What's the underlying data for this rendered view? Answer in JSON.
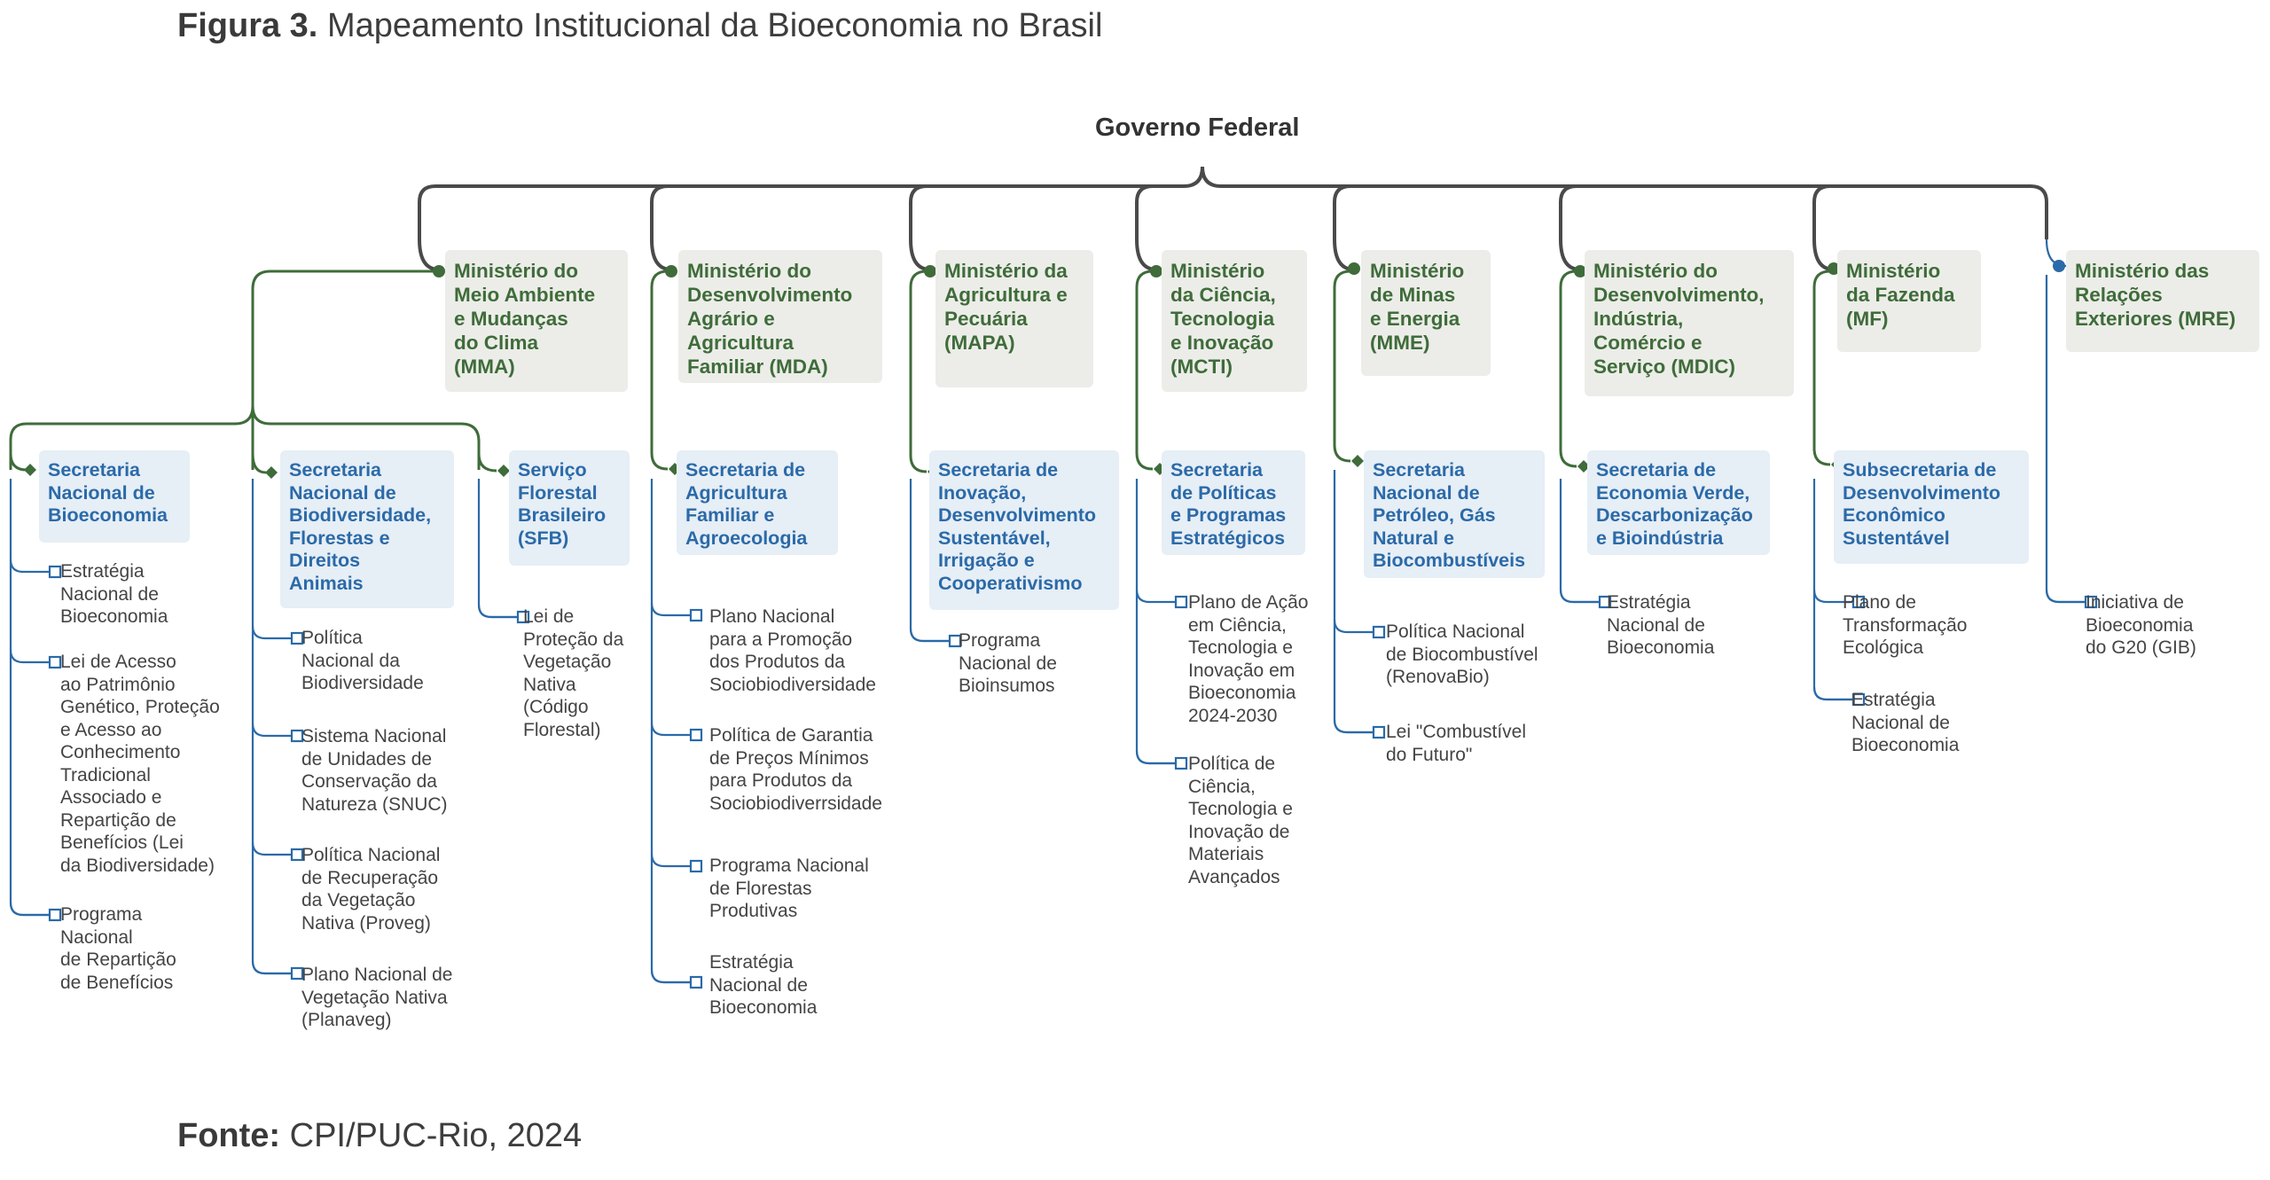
{
  "figure": {
    "label": "Figura 3.",
    "text": "Mapeamento Institucional da Bioeconomia no Brasil"
  },
  "source": {
    "label": "Fonte:",
    "text": "CPI/PUC-Rio, 2024"
  },
  "root": "Governo Federal",
  "colors": {
    "ministry_text": "#3f6c3a",
    "ministry_bg": "#ecede8",
    "secretariat_text": "#2b6aa8",
    "secretariat_bg": "#e6eef6",
    "connector": "#4a4a4a",
    "leaf_text": "#444444"
  },
  "ministries": [
    {
      "name": "Ministério do\nMeio Ambiente\ne Mudanças\ndo Clima\n(MMA)",
      "units": [
        {
          "name": "Secretaria\nNacional de\nBioeconomia",
          "items": [
            "Estratégia\nNacional de\nBioeconomia",
            "Lei de Acesso\nao Patrimônio\nGenético, Proteção\ne Acesso ao\nConhecimento\nTradicional\nAssociado e\nRepartição de\nBenefícios (Lei\nda Biodiversidade)",
            "Programa\nNacional\nde Repartição\nde Benefícios"
          ]
        },
        {
          "name": "Secretaria\nNacional de\nBiodiversidade,\nFlorestas e\nDireitos\nAnimais",
          "items": [
            "Política\nNacional da\nBiodiversidade",
            "Sistema Nacional\nde Unidades de\nConservação da\nNatureza (SNUC)",
            "Política Nacional\nde Recuperação\nda Vegetação\nNativa (Proveg)",
            "Plano Nacional de\nVegetação Nativa\n(Planaveg)"
          ]
        },
        {
          "name": "Serviço\nFlorestal\nBrasileiro\n(SFB)",
          "items": [
            "Lei de\nProteção da\nVegetação\nNativa\n(Código\nFlorestal)"
          ]
        }
      ]
    },
    {
      "name": "Ministério do\nDesenvolvimento\nAgrário e\nAgricultura\nFamiliar (MDA)",
      "units": [
        {
          "name": "Secretaria de\nAgricultura\nFamiliar e\nAgroecologia",
          "items": [
            "Plano Nacional\npara a Promoção\ndos Produtos da\nSociobiodiversidade",
            "Política de Garantia\nde Preços Mínimos\npara Produtos da\nSociobiodiverrsidade",
            "Programa Nacional\nde Florestas\nProdutivas",
            "Estratégia\nNacional de\nBioeconomia"
          ]
        }
      ]
    },
    {
      "name": "Ministério da\nAgricultura e\nPecuária\n(MAPA)",
      "units": [
        {
          "name": "Secretaria de\nInovação,\nDesenvolvimento\nSustentável,\nIrrigação e\nCooperativismo",
          "items": [
            "Programa\nNacional de\nBioinsumos"
          ]
        }
      ]
    },
    {
      "name": "Ministério\nda Ciência,\nTecnologia\ne Inovação\n(MCTI)",
      "units": [
        {
          "name": "Secretaria\nde Políticas\ne Programas\nEstratégicos",
          "items": [
            "Plano de Ação\nem Ciência,\nTecnologia e\nInovação em\nBioeconomia\n2024-2030",
            "Política de\nCiência,\nTecnologia e\nInovação de\nMateriais\nAvançados"
          ]
        }
      ]
    },
    {
      "name": "Ministério\nde Minas\ne Energia\n(MME)",
      "units": [
        {
          "name": "Secretaria\nNacional de\nPetróleo, Gás\nNatural e\nBiocombustíveis",
          "items": [
            "Política Nacional\nde Biocombustível\n(RenovaBio)",
            "Lei \"Combustível\ndo Futuro\""
          ]
        }
      ]
    },
    {
      "name": "Ministério do\nDesenvolvimento,\nIndústria,\nComércio e\nServiço (MDIC)",
      "units": [
        {
          "name": "Secretaria de\nEconomia Verde,\nDescarbonização\ne Bioindústria",
          "items": [
            "Estratégia\nNacional de\nBioeconomia"
          ]
        }
      ]
    },
    {
      "name": "Ministério\nda Fazenda\n(MF)",
      "units": [
        {
          "name": "Subsecretaria de\nDesenvolvimento\nEconômico\nSustentável",
          "items": [
            "Plano de\nTransformação\nEcológica",
            "Estratégia\nNacional de\nBioeconomia"
          ]
        }
      ]
    },
    {
      "name": "Ministério das\nRelações\nExteriores (MRE)",
      "units": [],
      "items": [
        "Iniciativa de\nBioeconomia\ndo G20 (GIB)"
      ]
    }
  ]
}
